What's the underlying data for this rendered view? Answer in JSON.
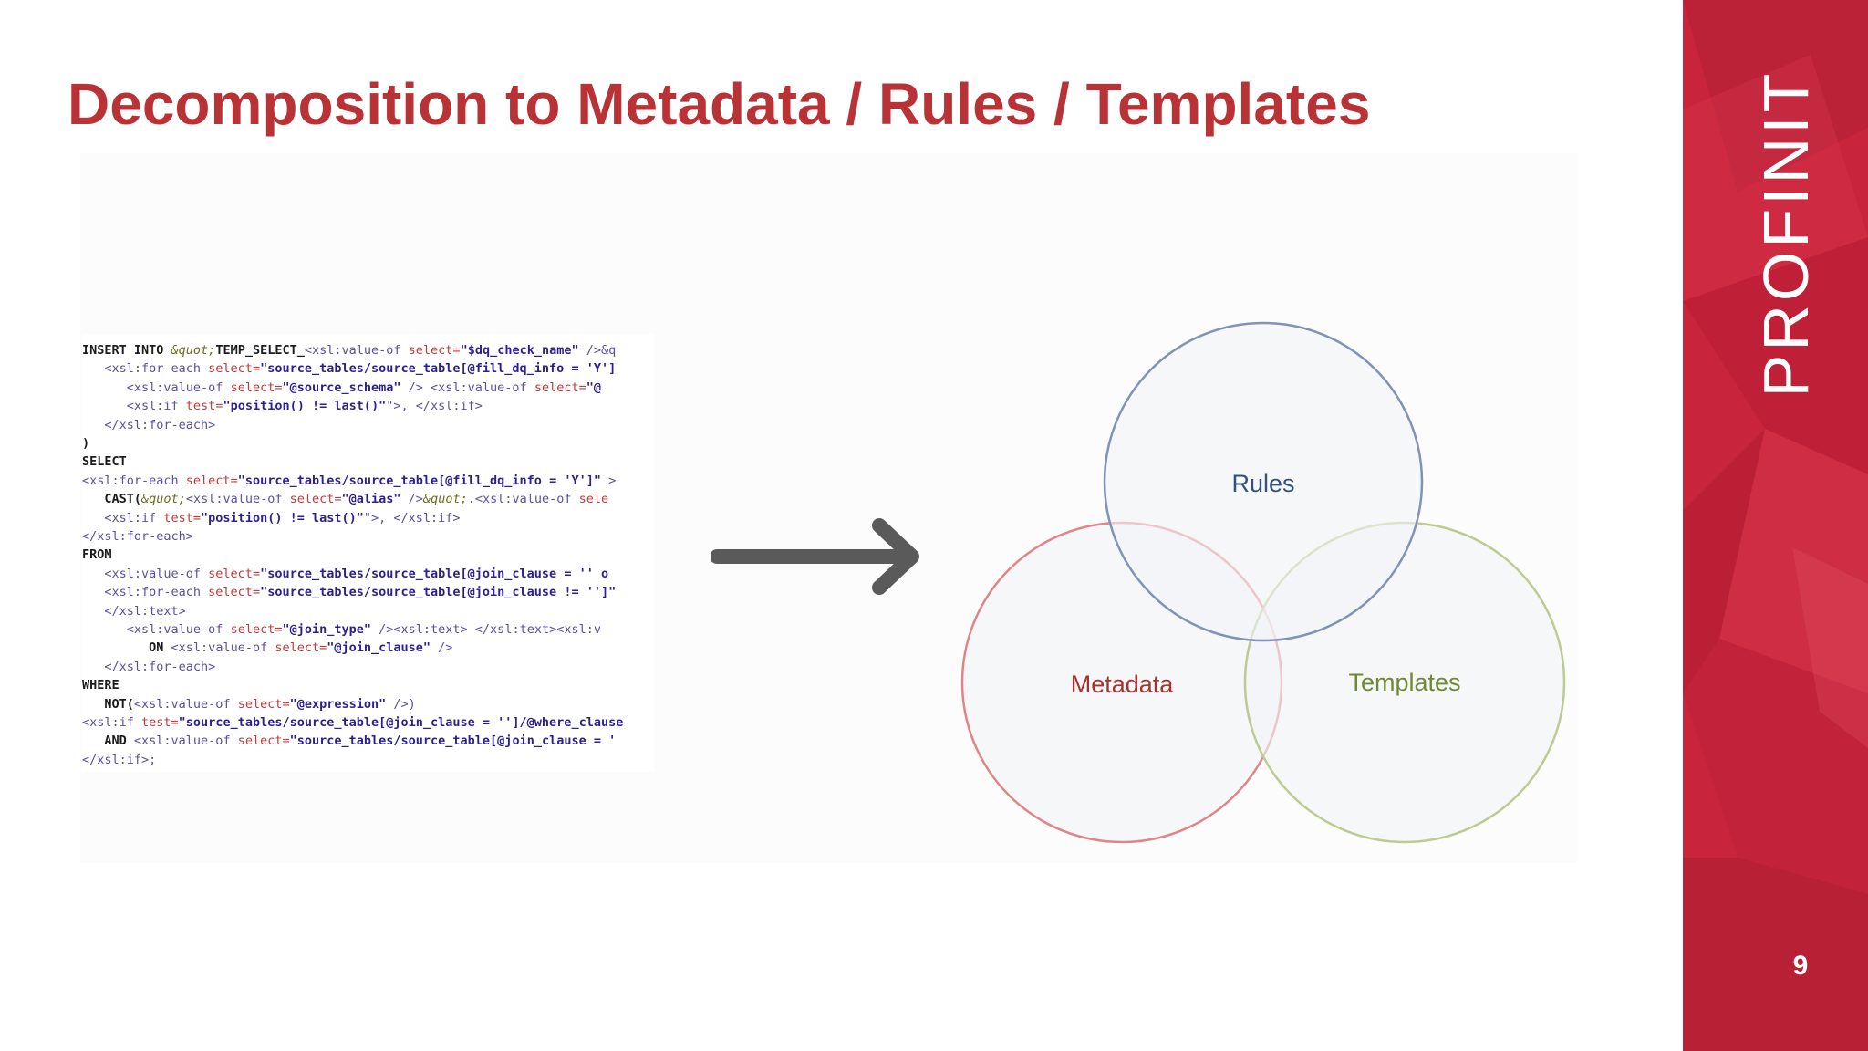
{
  "slide": {
    "title": "Decomposition to Metadata / Rules / Templates",
    "brand": "PROFINIT",
    "page_number": "9"
  },
  "code_snippet": {
    "lines": [
      [
        [
          "kw",
          "INSERT INTO "
        ],
        [
          "ent",
          "&quot;"
        ],
        [
          "kw",
          "TEMP_SELECT_"
        ],
        [
          "tag",
          "<xsl:value-of "
        ],
        [
          "attr",
          "select="
        ],
        [
          "val",
          "\"$dq_check_name\""
        ],
        [
          "tag",
          " />&q"
        ]
      ],
      [
        [
          "tag",
          "   <xsl:for-each "
        ],
        [
          "attr",
          "select="
        ],
        [
          "val",
          "\"source_tables/source_table[@fill_dq_info = 'Y']"
        ]
      ],
      [
        [
          "tag",
          "      <xsl:value-of "
        ],
        [
          "attr",
          "select="
        ],
        [
          "val",
          "\"@source_schema\""
        ],
        [
          "tag",
          " /> <xsl:value-of "
        ],
        [
          "attr",
          "select="
        ],
        [
          "val",
          "\"@"
        ]
      ],
      [
        [
          "tag",
          "      <xsl:if "
        ],
        [
          "attr",
          "test="
        ],
        [
          "val",
          "\"position() != last()\""
        ],
        [
          "tag",
          "\">, </xsl:if>"
        ]
      ],
      [
        [
          "tag",
          "   </xsl:for-each>"
        ]
      ],
      [
        [
          "kw",
          ")"
        ]
      ],
      [
        [
          "kw",
          "SELECT"
        ]
      ],
      [
        [
          "tag",
          "<xsl:for-each "
        ],
        [
          "attr",
          "select="
        ],
        [
          "val",
          "\"source_tables/source_table[@fill_dq_info = 'Y']\""
        ],
        [
          "tag",
          " >"
        ]
      ],
      [
        [
          "kw",
          "   CAST("
        ],
        [
          "ent",
          "&quot;"
        ],
        [
          "tag",
          "<xsl:value-of "
        ],
        [
          "attr",
          "select="
        ],
        [
          "val",
          "\"@alias\""
        ],
        [
          "tag",
          " />"
        ],
        [
          "ent",
          "&quot;"
        ],
        [
          "tag",
          ".<xsl:value-of "
        ],
        [
          "attr",
          "sele"
        ]
      ],
      [
        [
          "tag",
          "   <xsl:if "
        ],
        [
          "attr",
          "test="
        ],
        [
          "val",
          "\"position() != last()\""
        ],
        [
          "tag",
          "\">, </xsl:if>"
        ]
      ],
      [
        [
          "tag",
          "</xsl:for-each>"
        ]
      ],
      [
        [
          "kw",
          "FROM"
        ]
      ],
      [
        [
          "tag",
          "   <xsl:value-of "
        ],
        [
          "attr",
          "select="
        ],
        [
          "val",
          "\"source_tables/source_table[@join_clause = '' o"
        ]
      ],
      [
        [
          "tag",
          "   <xsl:for-each "
        ],
        [
          "attr",
          "select="
        ],
        [
          "val",
          "\"source_tables/source_table[@join_clause != '']\""
        ]
      ],
      [
        [
          "tag",
          "   </xsl:text>"
        ]
      ],
      [
        [
          "tag",
          "      <xsl:value-of "
        ],
        [
          "attr",
          "select="
        ],
        [
          "val",
          "\"@join_type\""
        ],
        [
          "tag",
          " /><xsl:text> </xsl:text><xsl:v"
        ]
      ],
      [
        [
          "kw",
          "         ON "
        ],
        [
          "tag",
          "<xsl:value-of "
        ],
        [
          "attr",
          "select="
        ],
        [
          "val",
          "\"@join_clause\""
        ],
        [
          "tag",
          " />"
        ]
      ],
      [
        [
          "tag",
          "   </xsl:for-each>"
        ]
      ],
      [
        [
          "kw",
          "WHERE"
        ]
      ],
      [
        [
          "kw",
          "   NOT("
        ],
        [
          "tag",
          "<xsl:value-of "
        ],
        [
          "attr",
          "select="
        ],
        [
          "val",
          "\"@expression\""
        ],
        [
          "tag",
          " />)"
        ]
      ],
      [
        [
          "tag",
          "<xsl:if "
        ],
        [
          "attr",
          "test="
        ],
        [
          "val",
          "\"source_tables/source_table[@join_clause = '']/@where_clause"
        ]
      ],
      [
        [
          "kw",
          "   AND "
        ],
        [
          "tag",
          "<xsl:value-of "
        ],
        [
          "attr",
          "select="
        ],
        [
          "val",
          "\"source_tables/source_table[@join_clause = '"
        ]
      ],
      [
        [
          "tag",
          "</xsl:if>;"
        ]
      ]
    ]
  },
  "venn": {
    "circles": [
      {
        "label": "Rules",
        "color": "#7f93b5",
        "text_color": "#33507e"
      },
      {
        "label": "Metadata",
        "color": "#e08585",
        "text_color": "#a8312f"
      },
      {
        "label": "Templates",
        "color": "#bccb8f",
        "text_color": "#6e8a2f"
      }
    ]
  },
  "colors": {
    "title": "#b93236",
    "brand_panel": "#c8243b",
    "arrow": "#5a5a5a",
    "circle_fill": "#f2f3f6"
  }
}
